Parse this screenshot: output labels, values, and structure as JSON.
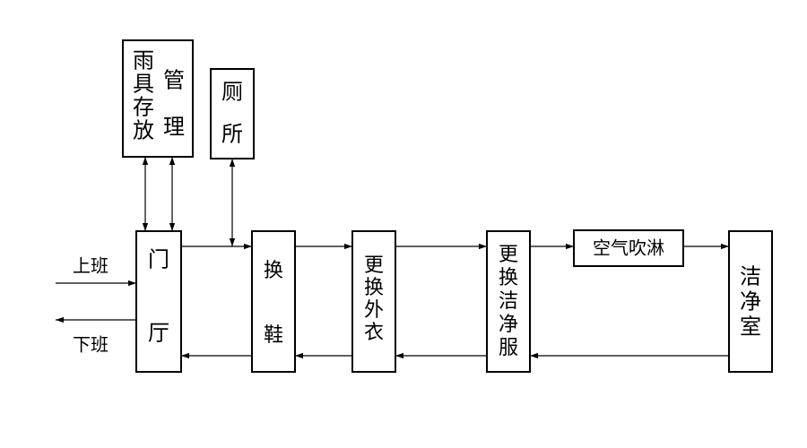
{
  "nodes": {
    "raingear": {
      "col1": [
        "雨",
        "具",
        "存",
        "放"
      ],
      "col2": [
        "管",
        "理"
      ]
    },
    "toilet": [
      "厕",
      "所"
    ],
    "hall": [
      "门",
      "厅"
    ],
    "shoes": [
      "换",
      "鞋"
    ],
    "outer": [
      "更",
      "换",
      "外",
      "衣"
    ],
    "cleansuit": [
      "更",
      "换",
      "洁",
      "净",
      "服"
    ],
    "airshower": "空气吹淋",
    "cleanroom": [
      "洁",
      "净",
      "室"
    ]
  },
  "inputs": {
    "on_duty": "上班",
    "off_duty": "下班"
  }
}
